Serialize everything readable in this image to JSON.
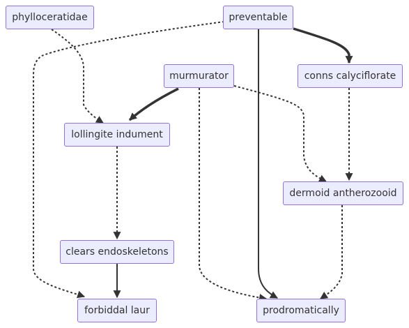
{
  "nodes": {
    "phylloceratidae": "phylloceratidae",
    "preventable": "preventable",
    "murmurator": "murmurator",
    "conns_calyciflorate": "conns calyciflorate",
    "lollingite_indument": "lollingite indument",
    "dermoid_antherozooid": "dermoid antherozooid",
    "clears_endoskeletons": "clears endoskeletons",
    "forbiddal_laur": "forbiddal laur",
    "prodromatically": "prodromatically"
  },
  "edges": [
    {
      "from": "preventable",
      "to": "conns calyciflorate",
      "style": "thick"
    },
    {
      "from": "preventable",
      "to": "prodromatically",
      "style": "solid"
    },
    {
      "from": "preventable",
      "to": "forbiddal laur",
      "style": "dotted"
    },
    {
      "from": "phylloceratidae",
      "to": "lollingite indument",
      "style": "dotted"
    },
    {
      "from": "murmurator",
      "to": "lollingite indument",
      "style": "thick"
    },
    {
      "from": "murmurator",
      "to": "dermoid antherozooid",
      "style": "dotted"
    },
    {
      "from": "murmurator",
      "to": "prodromatically",
      "style": "dotted"
    },
    {
      "from": "conns calyciflorate",
      "to": "dermoid antherozooid",
      "style": "dotted"
    },
    {
      "from": "lollingite indument",
      "to": "clears endoskeletons",
      "style": "dotted"
    },
    {
      "from": "clears endoskeletons",
      "to": "forbiddal laur",
      "style": "solid"
    },
    {
      "from": "dermoid antherozooid",
      "to": "prodromatically",
      "style": "dotted"
    }
  ],
  "colors": {
    "node_fill": "#ECECFF",
    "node_border": "#9370DB",
    "edge": "#333333",
    "text": "#333333"
  }
}
